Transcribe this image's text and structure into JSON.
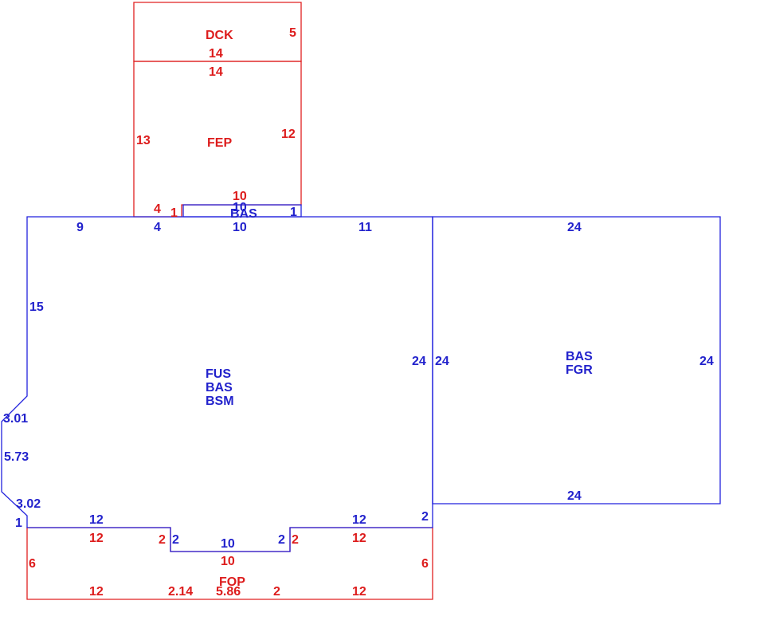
{
  "colors": {
    "living_area": "#2222cc",
    "other_area": "#dd1c1c"
  },
  "areas": {
    "deck": {
      "label": "DCK",
      "dims": {
        "right": "5",
        "bottom": "14"
      }
    },
    "porch_enclosed": {
      "label": "FEP",
      "dims": {
        "top": "14",
        "left": "13",
        "right": "12",
        "bottom": "10",
        "step_left": "4",
        "step_right": "1"
      }
    },
    "bay": {
      "label": "BAS",
      "dims": {
        "top": "10",
        "right": "1"
      }
    },
    "main": {
      "labels": [
        "FUS",
        "BAS",
        "BSM"
      ],
      "dims": {
        "top_a": "9",
        "top_b": "4",
        "top_c": "10",
        "top_d": "11",
        "left": "15",
        "right": "24",
        "chamfer_upper": "3.01",
        "left_lower": "5.73",
        "chamfer_lower": "3.02",
        "left_step": "1",
        "bottom_left": "12",
        "step_left": "2",
        "bottom_mid": "10",
        "step_right": "2",
        "bottom_right": "12",
        "right_step": "2"
      }
    },
    "garage": {
      "labels": [
        "BAS",
        "FGR"
      ],
      "dims": {
        "top": "24",
        "left": "24",
        "right": "24",
        "bottom": "24"
      }
    },
    "open_porch": {
      "label": "FOP",
      "dims": {
        "top_left": "12",
        "step_left": "2",
        "top_mid": "10",
        "step_right": "2",
        "top_right": "12",
        "left": "6",
        "right": "6",
        "bottom_a": "12",
        "bottom_b": "2.14",
        "bottom_c": "5.86",
        "bottom_d": "2",
        "bottom_e": "12"
      }
    }
  }
}
